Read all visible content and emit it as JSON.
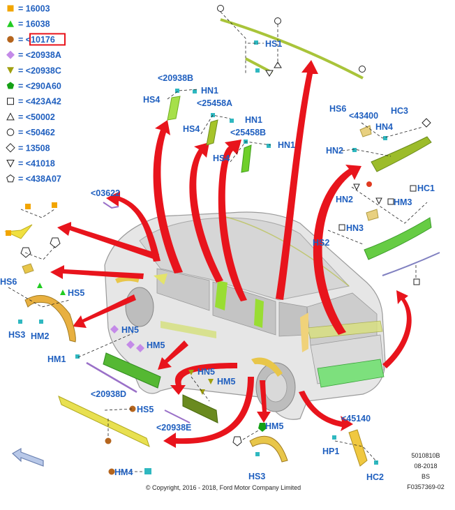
{
  "legend": [
    {
      "shape": "square",
      "color": "#f2a500",
      "label": "= 16003"
    },
    {
      "shape": "triangle-up",
      "color": "#22cc22",
      "label": "= 16038"
    },
    {
      "shape": "circle",
      "color": "#b5651d",
      "label": "= <10176",
      "highlight": true
    },
    {
      "shape": "diamond",
      "color": "#c48ae8",
      "label": "= <20938A"
    },
    {
      "shape": "triangle-down",
      "color": "#a0a010",
      "label": "= <20938C"
    },
    {
      "shape": "pentagon",
      "color": "#15a015",
      "label": "= <290A60"
    },
    {
      "shape": "square-outline",
      "color": "#222222",
      "label": "= <423A42"
    },
    {
      "shape": "triangle-up-outline",
      "color": "#222222",
      "label": "= <50002"
    },
    {
      "shape": "circle-outline",
      "color": "#222222",
      "label": "= <50462"
    },
    {
      "shape": "diamond-outline",
      "color": "#222222",
      "label": "= 13508"
    },
    {
      "shape": "triangle-down-outline",
      "color": "#222222",
      "label": "= <41018"
    },
    {
      "shape": "pentagon-outline",
      "color": "#222222",
      "label": "= <438A07"
    }
  ],
  "labels": {
    "hs1": "HS1",
    "p20938b": "<20938B",
    "hn1_a": "HN1",
    "hs4_a": "HS4",
    "p25458a": "<25458A",
    "hn1_b": "HN1",
    "hs4_b": "HS4",
    "p25458b": "<25458B",
    "hn1_c": "HN1",
    "hs4_c": "HS4",
    "hs6": "HS6",
    "p43400": "<43400",
    "hc3": "HC3",
    "hn4": "HN4",
    "hn2_a": "HN2",
    "hc1": "HC1",
    "hn2_b": "HN2",
    "hm3": "HM3",
    "hn3": "HN3",
    "hs2": "HS2",
    "p03622": "<03622",
    "hs6_l": "HS6",
    "hs5_a": "HS5",
    "hs3_a": "HS3",
    "hm2": "HM2",
    "hm1": "HM1",
    "hn5_a": "HN5",
    "hm5_a": "HM5",
    "hn5_b": "HN5",
    "hm5_b": "HM5",
    "p20938d": "<20938D",
    "hs5_b": "HS5",
    "p20938e": "<20938E",
    "hm5_c": "HM5",
    "p45140": "<45140",
    "hp1": "HP1",
    "hs3_b": "HS3",
    "hc2": "HC2",
    "hm4": "HM4"
  },
  "meta": {
    "code1": "5010810B",
    "date": "08-2018",
    "bs": "BS",
    "code2": "F0357369-02"
  },
  "copyright": "© Copyright, 2016 - 2018, Ford Motor Company Limited"
}
